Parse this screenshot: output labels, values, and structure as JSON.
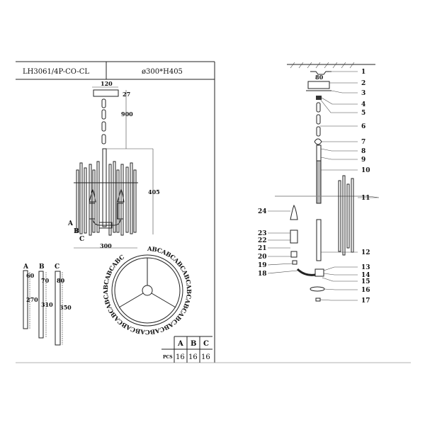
{
  "header": {
    "model": "LH3061/4P-CO-CL",
    "size": "ø300*H405"
  },
  "dimensions": {
    "canopy_width": "120",
    "canopy_height": "27",
    "chain_length": "900",
    "height": "405",
    "diameter": "300",
    "mount_spacing": "80"
  },
  "crystal_labels": [
    "A",
    "B",
    "C"
  ],
  "crystals": [
    {
      "label": "A",
      "top": "60",
      "length": "270"
    },
    {
      "label": "B",
      "top": "70",
      "length": "310"
    },
    {
      "label": "C",
      "top": "80",
      "length": "350"
    }
  ],
  "ring_pattern": "ABCABCABCABCABCABCABCABCABCABCABCABCABCABCABCABC",
  "pcs_table": {
    "header": "PCS",
    "columns": [
      "A",
      "B",
      "C"
    ],
    "values": [
      "16",
      "16",
      "16"
    ]
  },
  "parts_right": [
    "1",
    "2",
    "3",
    "4",
    "5",
    "6",
    "7",
    "8",
    "9",
    "10",
    "11",
    "12",
    "13",
    "14",
    "15",
    "16",
    "17"
  ],
  "parts_left": [
    "24",
    "23",
    "22",
    "21",
    "20",
    "19",
    "18"
  ]
}
